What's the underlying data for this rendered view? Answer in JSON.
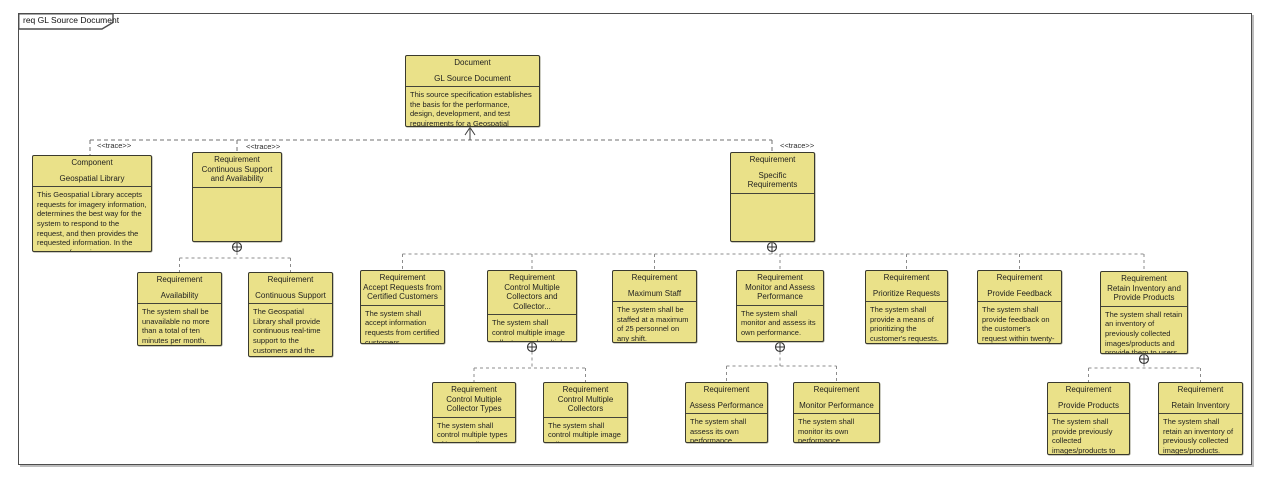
{
  "frame": {
    "title": "req GL Source Document"
  },
  "labels": {
    "trace": "<<trace>>"
  },
  "colors": {
    "node_fill": "#eae189",
    "node_border": "#3a3a2e",
    "containment_connector": "#8c8c8c",
    "trace_connector": "#707070",
    "frame_border": "#4d4d4d"
  },
  "nodes": [
    {
      "stereotype": "Document",
      "name": "GL Source Document",
      "body": "This source specification establishes the basis for the performance, design, development, and test requirements for a Geospatial Library."
    },
    {
      "stereotype": "Component",
      "name": "Geospatial Library",
      "body": "This Geospatial Library accepts requests for imagery information, determines the best way for the system to respond to the request, and then provides the requested information. In the process of acquir..."
    },
    {
      "stereotype": "Requirement",
      "name": "Continuous Support and Availability",
      "body": ""
    },
    {
      "stereotype": "Requirement",
      "name": "Specific Requirements",
      "body": ""
    },
    {
      "stereotype": "Requirement",
      "name": "Availability",
      "body": "The system shall be unavailable no more than a total of ten minutes per month."
    },
    {
      "stereotype": "Requirement",
      "name": "Continuous Support",
      "body": "The Geospatial Library shall provide continuous real-time support to the customers and the collection systems."
    },
    {
      "stereotype": "Requirement",
      "name": "Accept Requests from Certified Customers",
      "body": "The system shall accept information requests from certified customers."
    },
    {
      "stereotype": "Requirement",
      "name": "Control Multiple Collectors and Collector...",
      "body": "The system shall control multiple image collectors and multiple types of image collectors."
    },
    {
      "stereotype": "Requirement",
      "name": "Maximum Staff",
      "body": "The system shall be staffed at a maximum of 25 personnel on any shift."
    },
    {
      "stereotype": "Requirement",
      "name": "Monitor and Assess Performance",
      "body": "The system shall monitor and assess its own performance."
    },
    {
      "stereotype": "Requirement",
      "name": "Prioritize Requests",
      "body": "The system shall provide a means of prioritizing the customer's requests."
    },
    {
      "stereotype": "Requirement",
      "name": "Provide Feedback",
      "body": "The system shall provide feedback on the customer's request within twenty-four hours."
    },
    {
      "stereotype": "Requirement",
      "name": "Retain Inventory and Provide Products",
      "body": "The system shall retain an inventory of previously collected images/products and provide them to users, if appropriate."
    },
    {
      "stereotype": "Requirement",
      "name": "Control Multiple Collector Types",
      "body": "The system shall control multiple types of image collectors."
    },
    {
      "stereotype": "Requirement",
      "name": "Control Multiple Collectors",
      "body": "The system shall control multiple image collectors."
    },
    {
      "stereotype": "Requirement",
      "name": "Assess Performance",
      "body": "The system shall assess its own performance."
    },
    {
      "stereotype": "Requirement",
      "name": "Monitor Performance",
      "body": "The system shall monitor its own performance."
    },
    {
      "stereotype": "Requirement",
      "name": "Provide Products",
      "body": "The system shall provide previously collected images/products to users, if appropriate."
    },
    {
      "stereotype": "Requirement",
      "name": "Retain Inventory",
      "body": "The system shall retain an inventory of previously collected images/products."
    }
  ]
}
